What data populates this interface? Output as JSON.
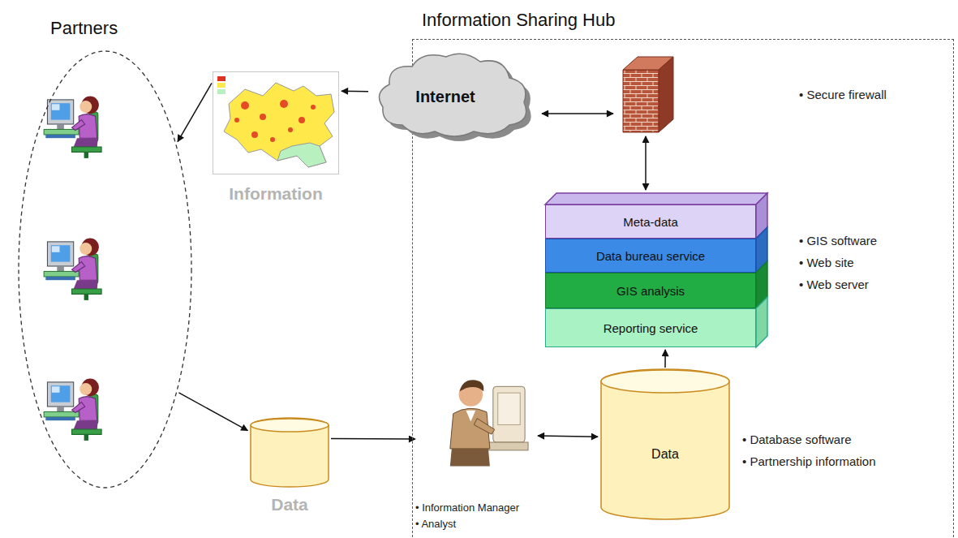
{
  "diagram": {
    "nodes": [
      {
        "text": [
          "Partners"
        ]
      },
      {
        "text": [
          "Information Sharing Hub"
        ]
      },
      {
        "text": [
          "Information"
        ]
      },
      {
        "text": [
          "Internet"
        ]
      },
      {
        "text": [
          "Meta-data"
        ],
        "in": 1
      },
      {
        "text": [
          "Data bureau service"
        ],
        "in": 1
      },
      {
        "text": [
          "GIS analysis"
        ],
        "in": 1
      },
      {
        "text": [
          "Reporting service"
        ],
        "in": 1
      },
      {
        "text": [
          "Data"
        ]
      },
      {
        "text": [
          "• Information Manager",
          "• Analyst"
        ],
        "in": 1
      },
      {
        "text": [
          "Data"
        ],
        "in": 1
      }
    ],
    "edges": [
      {
        "from": 2,
        "to": 0,
        "arrow": "to"
      },
      {
        "from": 3,
        "to": 2,
        "arrow": "to"
      },
      {
        "from": 0,
        "to": 8,
        "arrow": "to"
      },
      {
        "from": 8,
        "to": 9,
        "arrow": "to"
      },
      {
        "from": 9,
        "to": 10,
        "arrow": "both"
      },
      {
        "from": 10,
        "to": 7,
        "arrow": "to"
      }
    ],
    "labels": [
      "• Secure firewall",
      "• GIS software",
      "• Web site",
      "• Web server",
      "• Database software",
      "• Partnership information"
    ]
  }
}
